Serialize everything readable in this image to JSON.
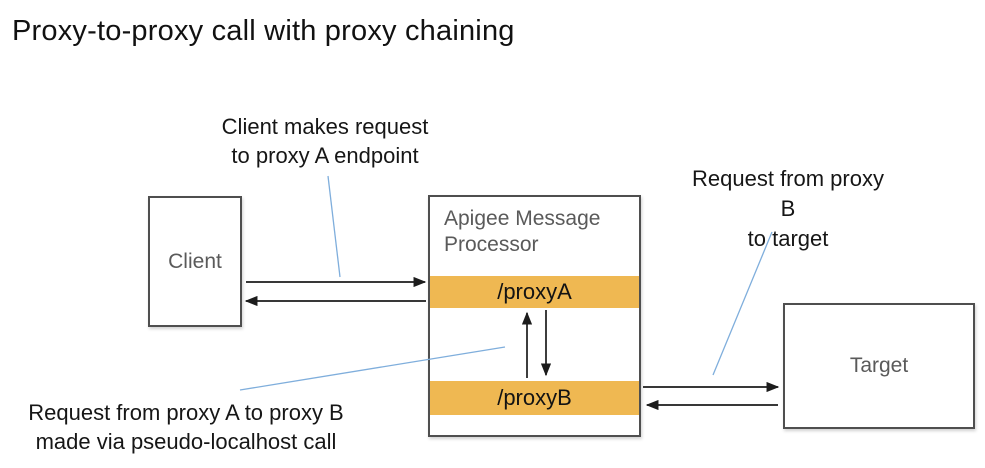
{
  "title": "Proxy-to-proxy call with proxy chaining",
  "nodes": {
    "client": {
      "label": "Client"
    },
    "message_processor": {
      "label": "Apigee Message Processor",
      "endpoints": [
        {
          "label": "/proxyA"
        },
        {
          "label": "/proxyB"
        }
      ]
    },
    "target": {
      "label": "Target"
    }
  },
  "annotations": [
    {
      "id": "client-request",
      "text": "Client makes request\nto proxy A endpoint"
    },
    {
      "id": "proxyb-to-target",
      "text": "Request from proxy B\nto target"
    },
    {
      "id": "proxya-to-proxyb",
      "text": "Request from proxy A to proxy B\nmade via pseudo-localhost call"
    }
  ],
  "arrows": [
    {
      "id": "client-to-proxya"
    },
    {
      "id": "proxya-to-client"
    },
    {
      "id": "proxya-to-proxyb"
    },
    {
      "id": "proxyb-to-proxya"
    },
    {
      "id": "proxyb-to-target"
    },
    {
      "id": "target-to-proxyb"
    }
  ],
  "colors": {
    "endpoint_band": "#efb852",
    "box_border": "#4f4f4f",
    "box_label_gray": "#5a5a5a",
    "callout_blue": "#7faedc",
    "arrow_black": "#1c1c1c",
    "background": "#ffffff"
  }
}
